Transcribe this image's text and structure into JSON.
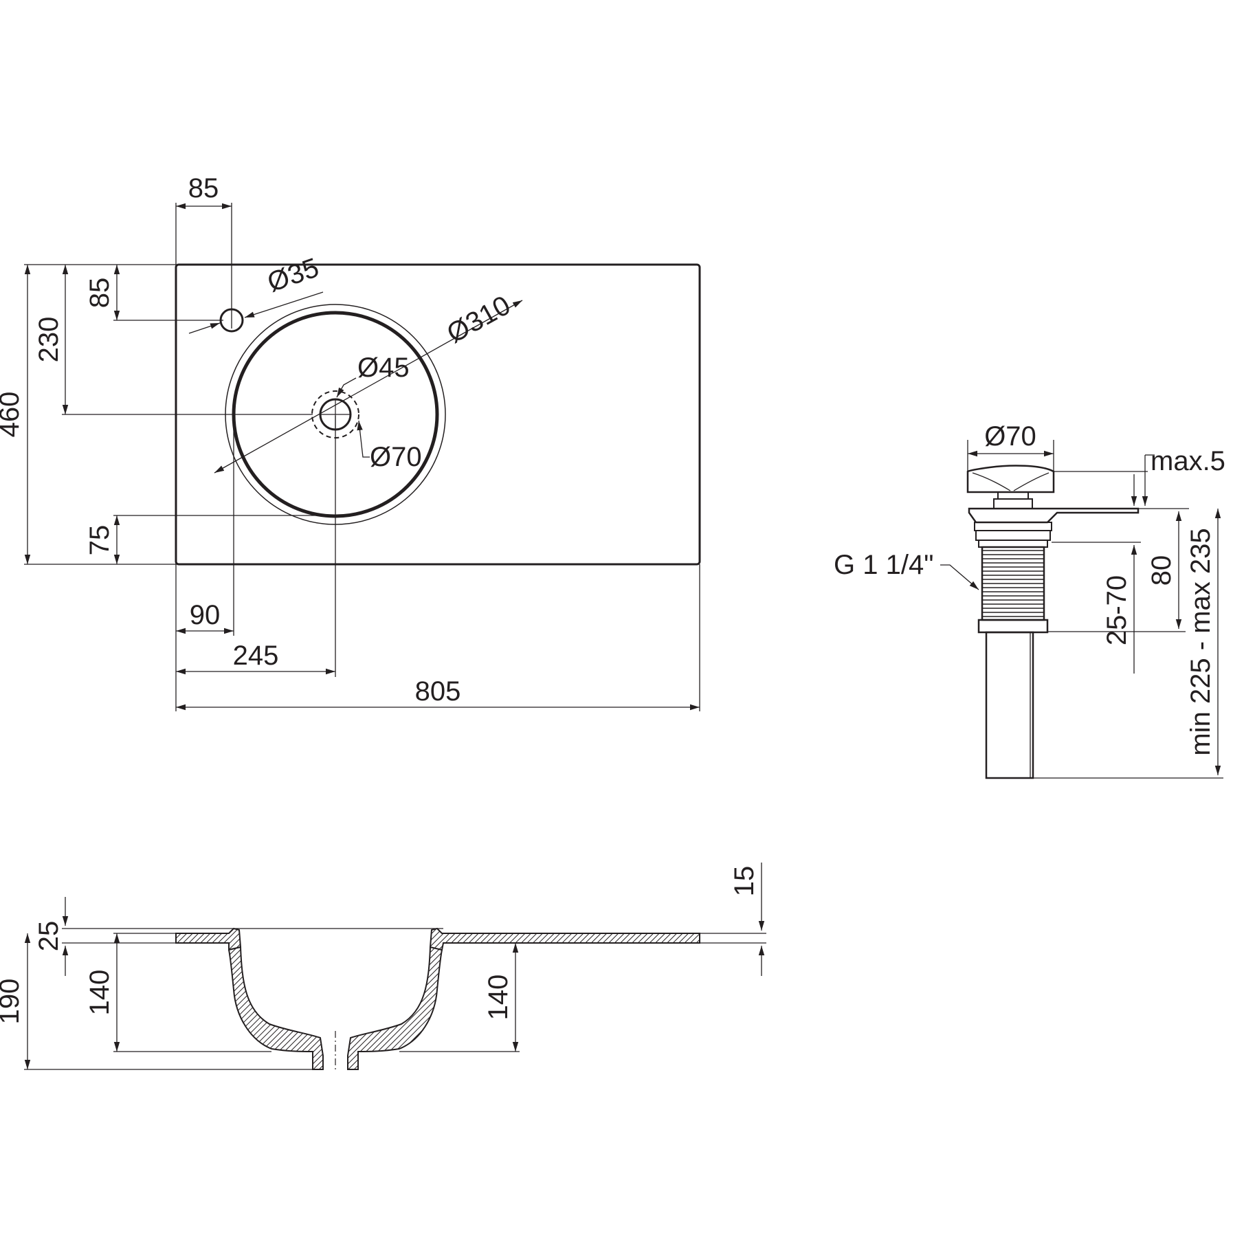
{
  "colors": {
    "ink": "#231f20",
    "background": "#ffffff",
    "hatch": "#231f20"
  },
  "top_view": {
    "width_label": "805",
    "height_label": "460",
    "tap_offset_x": "85",
    "tap_offset_y": "85",
    "tap_hole": "Ø35",
    "bowl_diameter": "Ø310",
    "drain_diameter": "Ø45",
    "drain_outer": "Ø70",
    "drain_offset_y": "230",
    "bowl_left_offset": "90",
    "drain_offset_x": "245",
    "bottom_margin": "75"
  },
  "drain_view": {
    "cap_diameter": "Ø70",
    "cap_gap": "max.5",
    "thread": "G 1 1/4\"",
    "thread_length": "80",
    "adjust_range": "25-70",
    "total_length": "min 225 - max 235"
  },
  "section_view": {
    "rim": "25",
    "total_height": "190",
    "bowl_depth_left": "140",
    "bowl_depth_right": "140",
    "counter_thickness": "15"
  }
}
